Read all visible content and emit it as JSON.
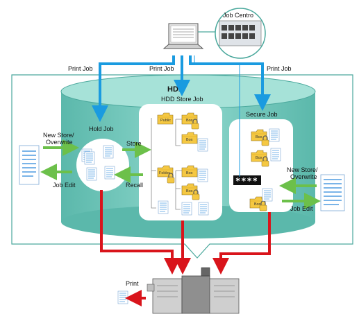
{
  "labels": {
    "job_centro": "Job Centro",
    "print_job_left": "Print Job",
    "print_job_center": "Print Job",
    "print_job_right": "Print Job",
    "hdd": "HDD",
    "hdd_store_job": "HDD Store Job",
    "hold_job": "Hold Job",
    "secure_job": "Secure Job",
    "new_store_left_1": "New Store/",
    "new_store_left_2": "Overwrite",
    "new_store_right_1": "New Store/",
    "new_store_right_2": "Overwrite",
    "store": "Store",
    "recall": "Recall",
    "job_edit_left": "Job Edit",
    "job_edit_right": "Job Edit",
    "password_mask": "****",
    "print": "Print",
    "public_folder": "Public",
    "folder": "Folder",
    "box": "Box"
  },
  "colors": {
    "teal_cylinder": "#7fcfc4",
    "teal_dark": "#4aa89c",
    "blue_arrow": "#1a9be0",
    "green_arrow": "#6cc04a",
    "red_arrow": "#d9141b",
    "folder_yellow": "#f5c842"
  },
  "icons": [
    "laptop-icon",
    "folder-icon",
    "lock-icon",
    "document-icon",
    "printer-icon",
    "password-field"
  ]
}
